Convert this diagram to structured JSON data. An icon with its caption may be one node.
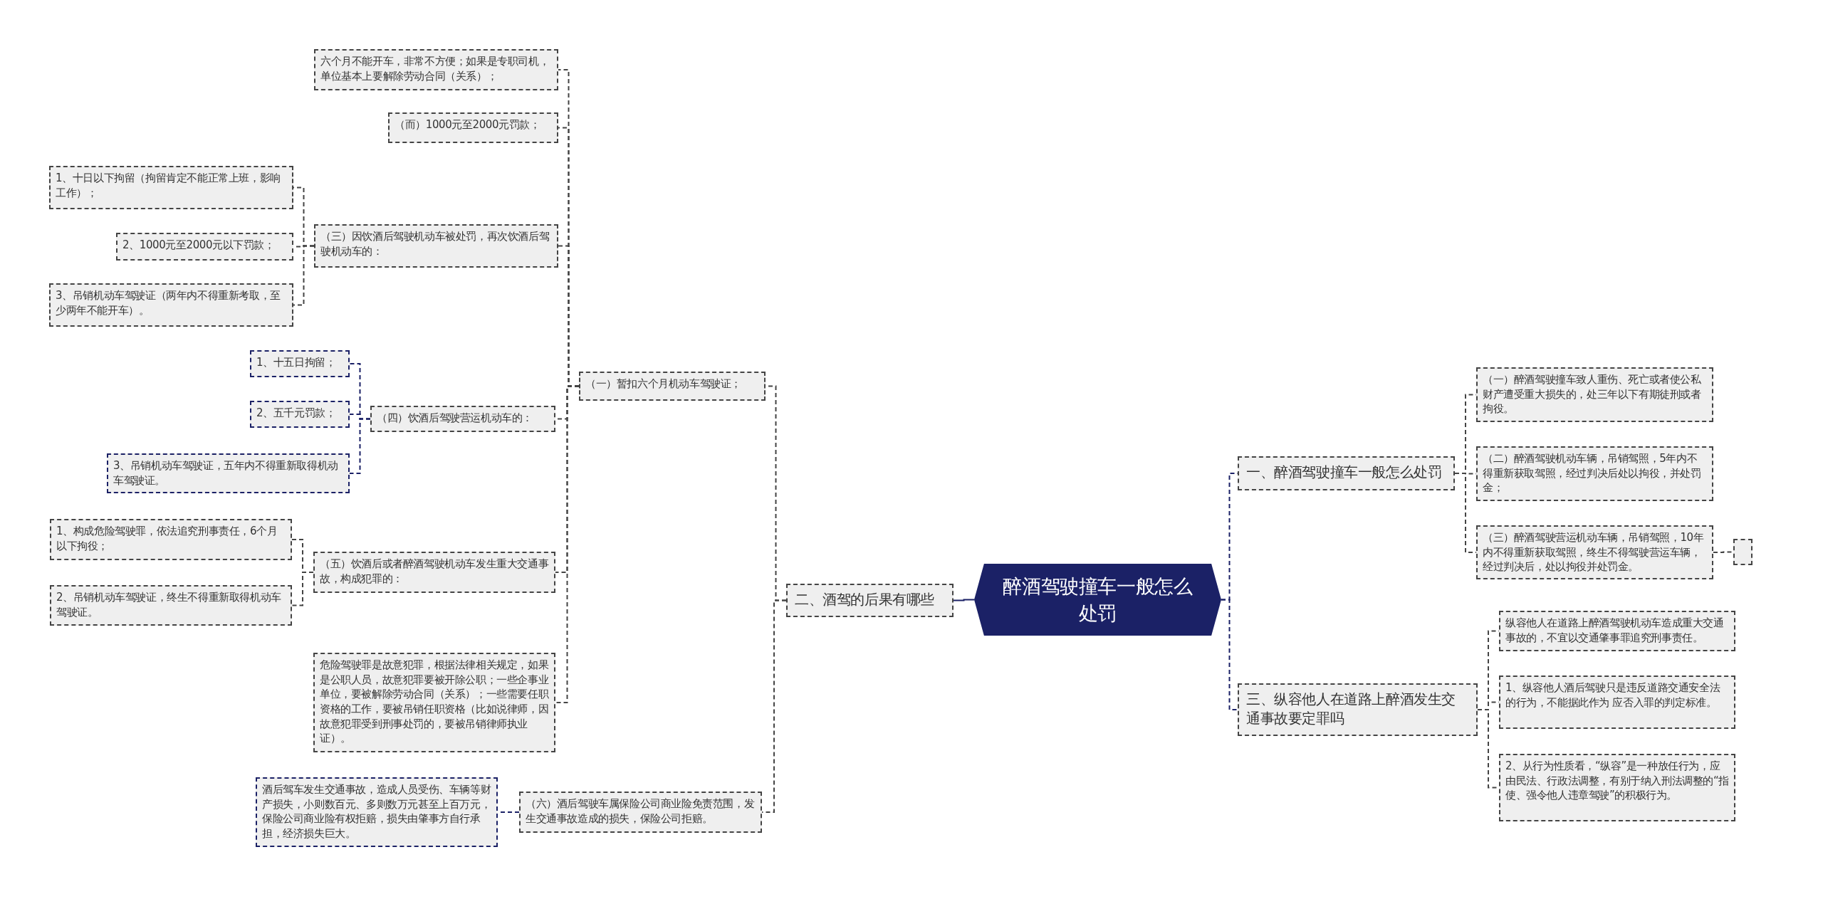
{
  "diagram": {
    "nodes": [
      {
        "text": [
          "醉酒驾驶撞车一般怎么处罚"
        ]
      },
      {
        "text": [
          "二、酒驾的后果有哪些"
        ]
      },
      {
        "text": [
          "（一）暂扣六个月机动车驾驶证；"
        ]
      },
      {
        "text": [
          "六个月不能开车，非常不方便；如果是专职司机，单位基本上要解除劳动合同（关系）；"
        ]
      },
      {
        "text": [
          "（而）1000元至2000元罚款；"
        ]
      },
      {
        "text": [
          "（三）因饮酒后驾驶机动车被处罚，再次饮酒后驾驶机动车的："
        ]
      },
      {
        "text": [
          "1、十日以下拘留（拘留肯定不能正常上班，影响工作）；"
        ]
      },
      {
        "text": [
          "2、1000元至2000元以下罚款；"
        ]
      },
      {
        "text": [
          "3、吊销机动车驾驶证（两年内不得重新考取，至少两年不能开车）。"
        ]
      },
      {
        "text": [
          "（四）饮酒后驾驶营运机动车的："
        ]
      },
      {
        "text": [
          "1、十五日拘留；"
        ]
      },
      {
        "text": [
          "2、五千元罚款；"
        ]
      },
      {
        "text": [
          "3、吊销机动车驾驶证，五年内不得重新取得机动车驾驶证。"
        ]
      },
      {
        "text": [
          "（五）饮酒后或者醉酒驾驶机动车发生重大交通事故，构成犯罪的："
        ]
      },
      {
        "text": [
          "1、构成危险驾驶罪，依法追究刑事责任，6个月以下拘役；"
        ]
      },
      {
        "text": [
          "2、吊销机动车驾驶证，终生不得重新取得机动车驾驶证。"
        ]
      },
      {
        "text": [
          "危险驾驶罪是故意犯罪，根据法律相关规定，如果是公职人员，故意犯罪要被开除公职；一些企事业单位，要被解除劳动合同（关系）；一些需要任职资格的工作，要被吊销任职资格（比如说律师，因故意犯罪受到刑事处罚的，要被吊销律师执业证）。"
        ]
      },
      {
        "text": [
          "（六）酒后驾驶车属保险公司商业险免责范围，发生交通事故造成的损失，保险公司拒赔。"
        ]
      },
      {
        "text": [
          "酒后驾车发生交通事故，造成人员受伤、车辆等财产损失，小则数百元、多则数万元甚至上百万元，保险公司商业险有权拒赔，损失由肇事方自行承担，经济损失巨大。"
        ]
      },
      {
        "text": [
          "一、醉酒驾驶撞车一般怎么处罚"
        ]
      },
      {
        "text": [
          "（一）醉酒驾驶撞车致人重伤、死亡或者使公私财产遭受重大损失的，处三年以下有期徒刑或者拘役。"
        ]
      },
      {
        "text": [
          "（二）醉酒驾驶机动车辆，吊销驾照，5年内不得重新获取驾照，经过判决后处以拘役，并处罚金；"
        ]
      },
      {
        "text": [
          "（三）醉酒驾驶营运机动车辆，吊销驾照，10年内不得重新获取驾照，终生不得驾驶营运车辆，经过判决后，处以拘役并处罚金。"
        ]
      },
      {
        "text": [],
        "shape": "box"
      },
      {
        "text": [
          "三、纵容他人在道路上醉酒发生交通事故要定罪吗"
        ]
      },
      {
        "text": [
          "纵容他人在道路上醉酒驾驶机动车造成重大交通事故的，不宜以交通肇事罪追究刑事责任。"
        ]
      },
      {
        "text": [
          "1、纵容他人酒后驾驶只是违反道路交通安全法的行为，不能据此作为 应否入罪的判定标准。"
        ]
      },
      {
        "text": [
          "2、从行为性质看，“纵容”是一种放任行为，应由民法、行政法调整，有别于纳入刑法调整的“指使、强令他人违章驾驶”的积极行为。"
        ]
      }
    ],
    "edges": [
      {
        "from": 0,
        "to": 1,
        "arrow": "none",
        "color": "#1b2166"
      },
      {
        "from": 0,
        "to": 19,
        "arrow": "none",
        "style": "dashed",
        "color": "#1b2166"
      },
      {
        "from": 0,
        "to": 24,
        "arrow": "none",
        "style": "dashed",
        "color": "#1b2166"
      },
      {
        "from": 1,
        "to": 2,
        "arrow": "none",
        "style": "dashed"
      },
      {
        "from": 1,
        "to": 17,
        "arrow": "none",
        "style": "dashed"
      },
      {
        "from": 2,
        "to": 3,
        "arrow": "none",
        "style": "dashed"
      },
      {
        "from": 2,
        "to": 4,
        "arrow": "none",
        "style": "dashed"
      },
      {
        "from": 2,
        "to": 5,
        "arrow": "none",
        "style": "dashed"
      },
      {
        "from": 2,
        "to": 9,
        "arrow": "none",
        "style": "dashed"
      },
      {
        "from": 2,
        "to": 13,
        "arrow": "none",
        "style": "dashed"
      },
      {
        "from": 2,
        "to": 16,
        "arrow": "none",
        "style": "dashed"
      },
      {
        "from": 5,
        "to": 6,
        "arrow": "none",
        "style": "dashed"
      },
      {
        "from": 5,
        "to": 7,
        "arrow": "none",
        "style": "dashed"
      },
      {
        "from": 5,
        "to": 8,
        "arrow": "none",
        "style": "dashed"
      },
      {
        "from": 9,
        "to": 10,
        "arrow": "none",
        "style": "dashed",
        "color": "#1b2166"
      },
      {
        "from": 9,
        "to": 11,
        "arrow": "none",
        "style": "dashed",
        "color": "#1b2166"
      },
      {
        "from": 9,
        "to": 12,
        "arrow": "none",
        "style": "dashed",
        "color": "#1b2166"
      },
      {
        "from": 13,
        "to": 14,
        "arrow": "none",
        "style": "dashed"
      },
      {
        "from": 13,
        "to": 15,
        "arrow": "none",
        "style": "dashed"
      },
      {
        "from": 17,
        "to": 18,
        "arrow": "none",
        "style": "dashed",
        "color": "#1b2166"
      },
      {
        "from": 19,
        "to": 20,
        "arrow": "none",
        "style": "dashed"
      },
      {
        "from": 19,
        "to": 21,
        "arrow": "none",
        "style": "dashed"
      },
      {
        "from": 19,
        "to": 22,
        "arrow": "none",
        "style": "dashed"
      },
      {
        "from": 22,
        "to": 23,
        "arrow": "none",
        "style": "dashed"
      },
      {
        "from": 24,
        "to": 25,
        "arrow": "none",
        "style": "dashed"
      },
      {
        "from": 24,
        "to": 26,
        "arrow": "none",
        "style": "dashed"
      },
      {
        "from": 24,
        "to": 27,
        "arrow": "none",
        "style": "dashed"
      }
    ]
  }
}
